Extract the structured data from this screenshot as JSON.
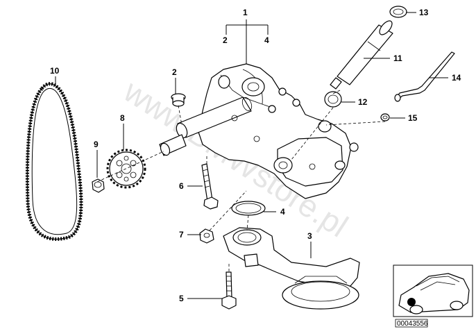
{
  "callouts": {
    "c1": "1",
    "c2a": "2",
    "c2b": "2",
    "c3": "3",
    "c4a": "4",
    "c4b": "4",
    "c5": "5",
    "c6": "6",
    "c7": "7",
    "c8": "8",
    "c9": "9",
    "c10": "10",
    "c11": "11",
    "c12": "12",
    "c13": "13",
    "c14": "14",
    "c15": "15"
  },
  "watermark": "www.BMWstore.pl",
  "reference_number": "00043556"
}
